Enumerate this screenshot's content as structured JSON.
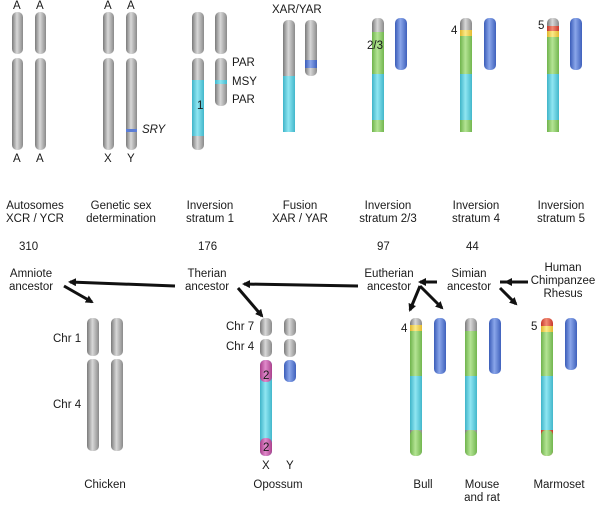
{
  "top_labels": {
    "a1": "A",
    "a2": "A",
    "a3": "A",
    "a4": "A",
    "a5": "A",
    "a6": "A",
    "x1": "X",
    "y1": "Y",
    "xar_yar": "XAR/YAR",
    "par_top": "PAR",
    "msy": "MSY",
    "par_bottom": "PAR",
    "sry": "SRY",
    "n1": "1",
    "n23": "2/3",
    "n4": "4",
    "n5": "5"
  },
  "stages": [
    {
      "line1": "Autosomes",
      "line2": "XCR / YCR"
    },
    {
      "line1": "Genetic sex",
      "line2": "determination"
    },
    {
      "line1": "Inversion",
      "line2": "stratum 1"
    },
    {
      "line1": "Fusion",
      "line2": "XAR / YAR"
    },
    {
      "line1": "Inversion",
      "line2": "stratum 2/3"
    },
    {
      "line1": "Inversion",
      "line2": "stratum 4"
    },
    {
      "line1": "Inversion",
      "line2": "stratum 5"
    }
  ],
  "times": [
    "310",
    "176",
    "97",
    "44"
  ],
  "ancestors": [
    {
      "line1": "Amniote",
      "line2": "ancestor"
    },
    {
      "line1": "Therian",
      "line2": "ancestor"
    },
    {
      "line1": "Eutherian",
      "line2": "ancestor"
    },
    {
      "line1": "Simian",
      "line2": "ancestor"
    }
  ],
  "primates": [
    "Human",
    "Chimpanzee",
    "Rhesus"
  ],
  "bottom_labels": {
    "chr1": "Chr 1",
    "chr4": "Chr 4",
    "chr7": "Chr 7",
    "chr4b": "Chr 4",
    "opx": "X",
    "opy": "Y",
    "op2a": "2",
    "op2b": "2",
    "n4b": "4",
    "n5b": "5"
  },
  "species": [
    {
      "line1": "Chicken",
      "line2": ""
    },
    {
      "line1": "Opossum",
      "line2": ""
    },
    {
      "line1": "Bull",
      "line2": ""
    },
    {
      "line1": "Mouse",
      "line2": "and rat"
    },
    {
      "line1": "Marmoset",
      "line2": ""
    }
  ],
  "colors": {
    "gray": "#a9a9a9",
    "cyan": "#5ccfe0",
    "green": "#8fcf6a",
    "blue": "#5c7ed6",
    "magenta": "#c85aa8",
    "yellow": "#f2d64a",
    "red": "#e04a3a",
    "arrow": "#111111"
  }
}
